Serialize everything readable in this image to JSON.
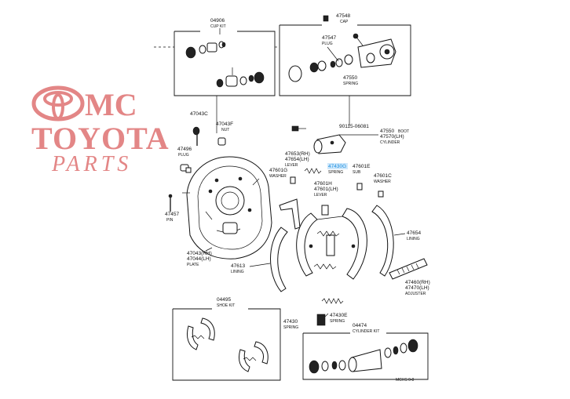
{
  "watermark": {
    "line1_suffix": "MC",
    "line2": "TOYOTA",
    "line3": "PARTS"
  },
  "labels": {
    "p04906": "04906",
    "p04906_sub": "CUP KIT",
    "p47548": "47548",
    "p47548_sub": "CAP",
    "p47547": "47547",
    "p47547_sub": "PLUG",
    "p47550": "47550",
    "p47550_sub": "SPRING",
    "p47043c": "47043C",
    "p47043f": "47043F",
    "p47043f_sub": "NUT",
    "p90115": "90115-06081",
    "p47550b": "47550",
    "p47550b_sub": "BOOT",
    "p47570": "47570(LH)",
    "p47570_sub": "CYLINDER",
    "p47496": "47496",
    "p47496_sub": "PLUG",
    "p47653": "47653(RH)",
    "p47654": "47654(LH)",
    "p47654_sub": "LEVER",
    "p47430g": "47430G",
    "p47430g_sub": "SPRING",
    "p47601e": "47601E",
    "p47601e_sub": "SUB",
    "p47601g": "47601G",
    "p47601g_sub": "WASHER",
    "p47601c": "47601C",
    "p47601c_sub": "WASHER",
    "p47601h": "47601H",
    "p47601h2": "47601(LH)",
    "p47601h_sub": "LEVER",
    "p47457": "47457",
    "p47457_sub": "PIN",
    "p47043_rh": "47043(RH)",
    "p47044_lh": "47044(LH)",
    "p4704_sub": "PLATE",
    "p47613": "47613",
    "p47613_sub": "LINING",
    "p47654b": "47654",
    "p47654b_sub": "LINING",
    "p47460": "47460(RH)",
    "p47470": "47470(LH)",
    "p4746_sub": "ADJUSTER",
    "p04495": "04495",
    "p04495_sub": "SHOE KIT",
    "p47430": "47430",
    "p47430_sub": "SPRING",
    "p47430e": "47430E",
    "p47430e_sub": "SPRING",
    "p04474": "04474",
    "p04474_sub": "CYLINDER KIT",
    "footer_code": "MCHS 0-8"
  }
}
